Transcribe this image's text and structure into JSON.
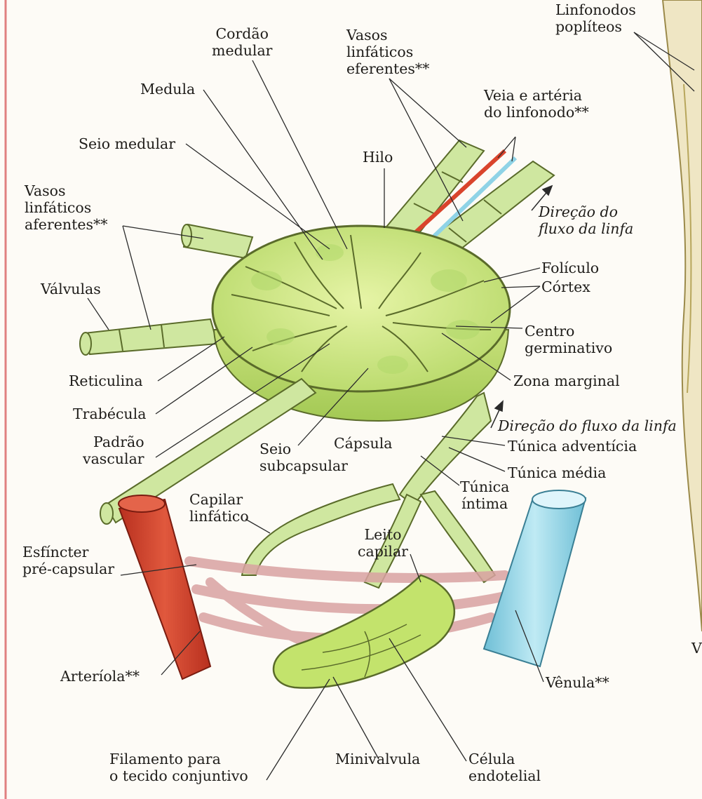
{
  "labels": {
    "linfonodos_popliteos": "Linfonodos\npoplíteos",
    "cordao_medular": "Cordão\nmedular",
    "vasos_eferentes": "Vasos\nlinfáticos\neferentes**",
    "veia_arteria": "Veia e artéria\ndo linfonodo**",
    "medula": "Medula",
    "seio_medular": "Seio medular",
    "hilo": "Hilo",
    "vasos_aferentes": "Vasos\nlinfáticos\naferentes**",
    "direcao_fluxo_1": "Direção do\nfluxo da linfa",
    "foliculo": "Folículo",
    "valvulas": "Válvulas",
    "cortex": "Córtex",
    "centro_germinativo": "Centro\ngerminativo",
    "reticulina": "Reticulina",
    "zona_marginal": "Zona marginal",
    "trabecula": "Trabécula",
    "direcao_fluxo_2": "Direção do fluxo da linfa",
    "padrao_vascular": "Padrão\nvascular",
    "seio_subcapsular": "Seio\nsubcapsular",
    "capsula": "Cápsula",
    "tunica_adventicia": "Túnica adventícia",
    "tunica_media": "Túnica média",
    "tunica_intima": "Túnica\níntima",
    "capilar_linfatico": "Capilar\nlinfático",
    "leito_capilar": "Leito\ncapilar",
    "esfincter": "Esfíncter\npré-capsular",
    "arteriola": "Arteríola**",
    "venula": "Vênula**",
    "filamento": "Filamento para\no tecido conjuntivo",
    "minivalvula": "Minivalvula",
    "celula_endotelial": "Célula\nendotelial",
    "edge_v": "V"
  },
  "colors": {
    "lymph_vessel": "#cfe7a0",
    "node_fill": "#d6ec8a",
    "node_outline": "#5a6b2a",
    "artery": "#d9442c",
    "vein": "#8fd3e6",
    "capillary": "#f0c8c8",
    "page_border": "#e08080"
  }
}
